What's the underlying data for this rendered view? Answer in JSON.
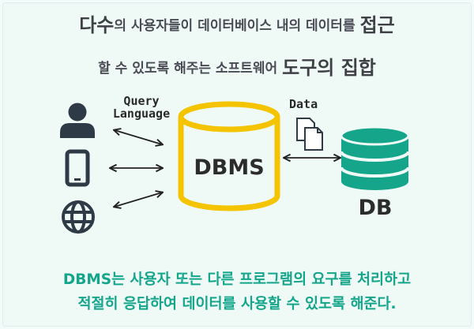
{
  "title": {
    "line1_a": "다수",
    "line1_b": "의 사용자들이 데이터베이스 내의 데이터를",
    "line1_c": "접근",
    "line2_a": "할 수 있도록 해주는 소프트웨어",
    "line2_b": "도구의 집합"
  },
  "labels": {
    "query_line1": "Query",
    "query_line2": "Language",
    "data": "Data",
    "dbms": "DBMS",
    "db": "DB"
  },
  "caption": {
    "line1": "DBMS는 사용자 또는 다른 프로그램의 요구를 처리하고",
    "line2": "적절히 응답하여 데이터를 사용할 수 있도록 해준다."
  },
  "colors": {
    "title_text": "#3f3f46",
    "caption_text": "#14a58b",
    "dbms_cylinder": "#f5c400",
    "db_cylinder": "#14a58b",
    "icon_dark": "#2e3b46",
    "background": "#effaf7"
  },
  "icons": [
    "user-icon",
    "mobile-device-icon",
    "globe-icon",
    "document-icon"
  ]
}
